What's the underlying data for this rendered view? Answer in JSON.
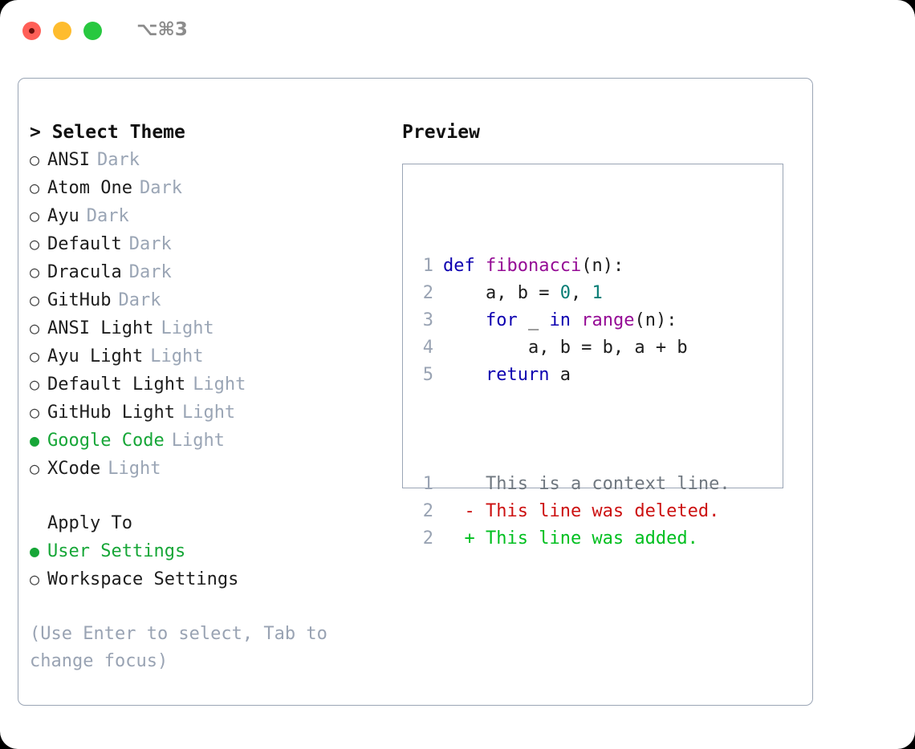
{
  "window": {
    "shortcut_label": "⌥⌘3",
    "traffic_lights": [
      "close",
      "minimize",
      "maximize"
    ]
  },
  "left": {
    "heading": "> Select Theme",
    "themes": [
      {
        "bullet": "○",
        "name": "ANSI",
        "kind": "Dark",
        "selected": false
      },
      {
        "bullet": "○",
        "name": "Atom One",
        "kind": "Dark",
        "selected": false
      },
      {
        "bullet": "○",
        "name": "Ayu",
        "kind": "Dark",
        "selected": false
      },
      {
        "bullet": "○",
        "name": "Default",
        "kind": "Dark",
        "selected": false
      },
      {
        "bullet": "○",
        "name": "Dracula",
        "kind": "Dark",
        "selected": false
      },
      {
        "bullet": "○",
        "name": "GitHub",
        "kind": "Dark",
        "selected": false
      },
      {
        "bullet": "○",
        "name": "ANSI Light",
        "kind": "Light",
        "selected": false
      },
      {
        "bullet": "○",
        "name": "Ayu Light",
        "kind": "Light",
        "selected": false
      },
      {
        "bullet": "○",
        "name": "Default Light",
        "kind": "Light",
        "selected": false
      },
      {
        "bullet": "○",
        "name": "GitHub Light",
        "kind": "Light",
        "selected": false
      },
      {
        "bullet": "●",
        "name": "Google Code",
        "kind": "Light",
        "selected": true
      },
      {
        "bullet": "○",
        "name": "XCode",
        "kind": "Light",
        "selected": false
      }
    ],
    "apply_to_heading": "Apply To",
    "apply_to": [
      {
        "bullet": "●",
        "name": "User Settings",
        "selected": true
      },
      {
        "bullet": "○",
        "name": "Workspace Settings",
        "selected": false
      }
    ],
    "hint": "(Use Enter to select, Tab to change focus)"
  },
  "right": {
    "heading": "Preview",
    "code_lines": [
      {
        "no": "1",
        "tokens": [
          {
            "t": "def",
            "c": "kw"
          },
          {
            "t": " ",
            "c": "pl"
          },
          {
            "t": "fibonacci",
            "c": "fn"
          },
          {
            "t": "(n):",
            "c": "pl"
          }
        ]
      },
      {
        "no": "2",
        "tokens": [
          {
            "t": "    a, b = ",
            "c": "pl"
          },
          {
            "t": "0",
            "c": "num"
          },
          {
            "t": ", ",
            "c": "pl"
          },
          {
            "t": "1",
            "c": "num"
          }
        ]
      },
      {
        "no": "3",
        "tokens": [
          {
            "t": "    ",
            "c": "pl"
          },
          {
            "t": "for",
            "c": "kw"
          },
          {
            "t": " _ ",
            "c": "pl"
          },
          {
            "t": "in",
            "c": "kw"
          },
          {
            "t": " ",
            "c": "pl"
          },
          {
            "t": "range",
            "c": "fn"
          },
          {
            "t": "(n):",
            "c": "pl"
          }
        ]
      },
      {
        "no": "4",
        "tokens": [
          {
            "t": "        a, b = b, a + b",
            "c": "pl"
          }
        ]
      },
      {
        "no": "5",
        "tokens": [
          {
            "t": "    ",
            "c": "pl"
          },
          {
            "t": "return",
            "c": "kw"
          },
          {
            "t": " a",
            "c": "pl"
          }
        ]
      }
    ],
    "diff_lines": [
      {
        "no": "1",
        "marker": " ",
        "text": "This is a context line.",
        "kind": "ctx"
      },
      {
        "no": "2",
        "marker": "-",
        "text": "This line was deleted.",
        "kind": "del"
      },
      {
        "no": "2",
        "marker": "+",
        "text": "This line was added.",
        "kind": "add"
      }
    ]
  },
  "colors": {
    "accent_green": "#16a637",
    "border": "#9aa5b5",
    "muted": "#9aa5b5",
    "hint": "#99a3b3",
    "keyword": "#0d00b0",
    "function": "#950b95",
    "number": "#067d75",
    "diff_delete": "#cc1111",
    "diff_add": "#00bf1f",
    "diff_context": "#707880",
    "traffic_close": "#ff5f57",
    "traffic_minimize": "#febc2e",
    "traffic_maximize": "#28c840"
  }
}
